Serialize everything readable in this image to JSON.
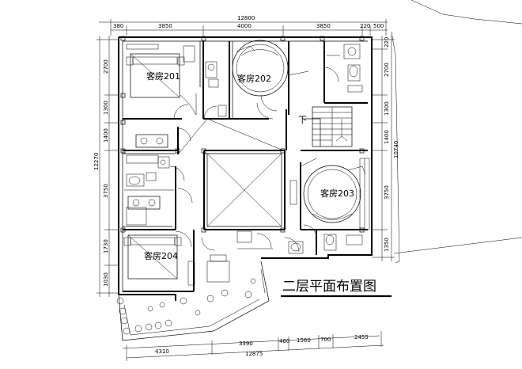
{
  "drawing": {
    "title": "二层平面布置图",
    "rooms": [
      {
        "id": "r201",
        "label": "客房201"
      },
      {
        "id": "r202",
        "label": "客房202"
      },
      {
        "id": "r203",
        "label": "客房203"
      },
      {
        "id": "r204",
        "label": "客房204"
      }
    ],
    "stair_label": "下",
    "dimensions": {
      "top_total": "12800",
      "top_segments": [
        "380",
        "3850",
        "4000",
        "3850",
        "220",
        "500"
      ],
      "left_total": "12270",
      "left_segments": [
        "2700",
        "1300",
        "1400",
        "3750",
        "1730",
        "1030"
      ],
      "right_total": "10740",
      "right_segments": [
        "220",
        "2700",
        "1300",
        "1400",
        "3750",
        "1350"
      ],
      "bottom_total": "12875",
      "bottom_segments": [
        "4310",
        "3390",
        "460",
        "1560",
        "700",
        "2455"
      ]
    }
  }
}
